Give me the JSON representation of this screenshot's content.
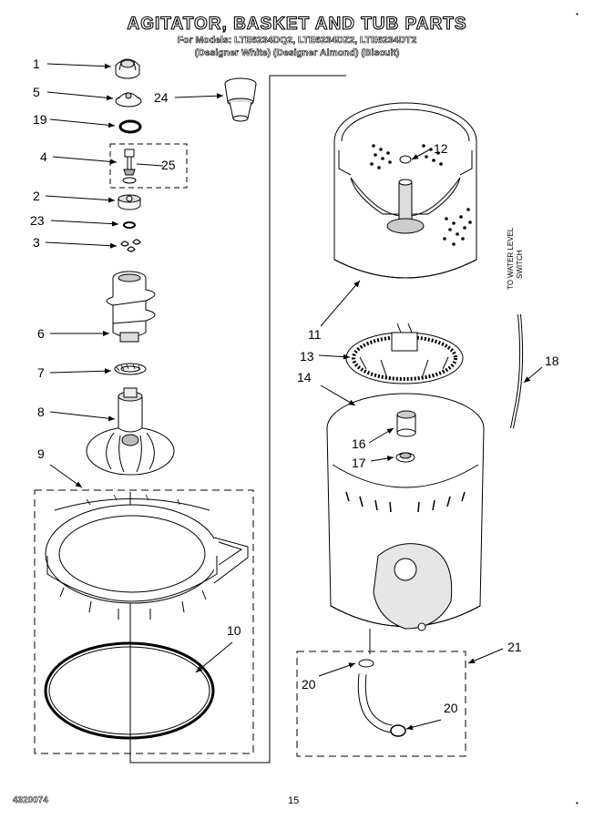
{
  "header": {
    "title": "AGITATOR, BASKET AND TUB PARTS",
    "models_line": "For Models: LTE6234DQ2, LTE6234DZ2, LTE6234DT2",
    "colors_line": "(Designer White) (Designer Almond) (Biscuit)"
  },
  "callouts": {
    "c1": "1",
    "c5": "5",
    "c19": "19",
    "c4": "4",
    "c25": "25",
    "c2": "2",
    "c23": "23",
    "c3": "3",
    "c6": "6",
    "c7": "7",
    "c8": "8",
    "c9": "9",
    "c10": "10",
    "c24": "24",
    "c12": "12",
    "c11": "11",
    "c13": "13",
    "c14": "14",
    "c16": "16",
    "c17": "17",
    "c18": "18",
    "c20a": "20",
    "c20b": "20",
    "c21": "21"
  },
  "notes": {
    "water_level_line1": "TO WATER LEVEL",
    "water_level_line2": "SWITCH"
  },
  "footer": {
    "doc_number": "4320074",
    "page_number": "15"
  }
}
